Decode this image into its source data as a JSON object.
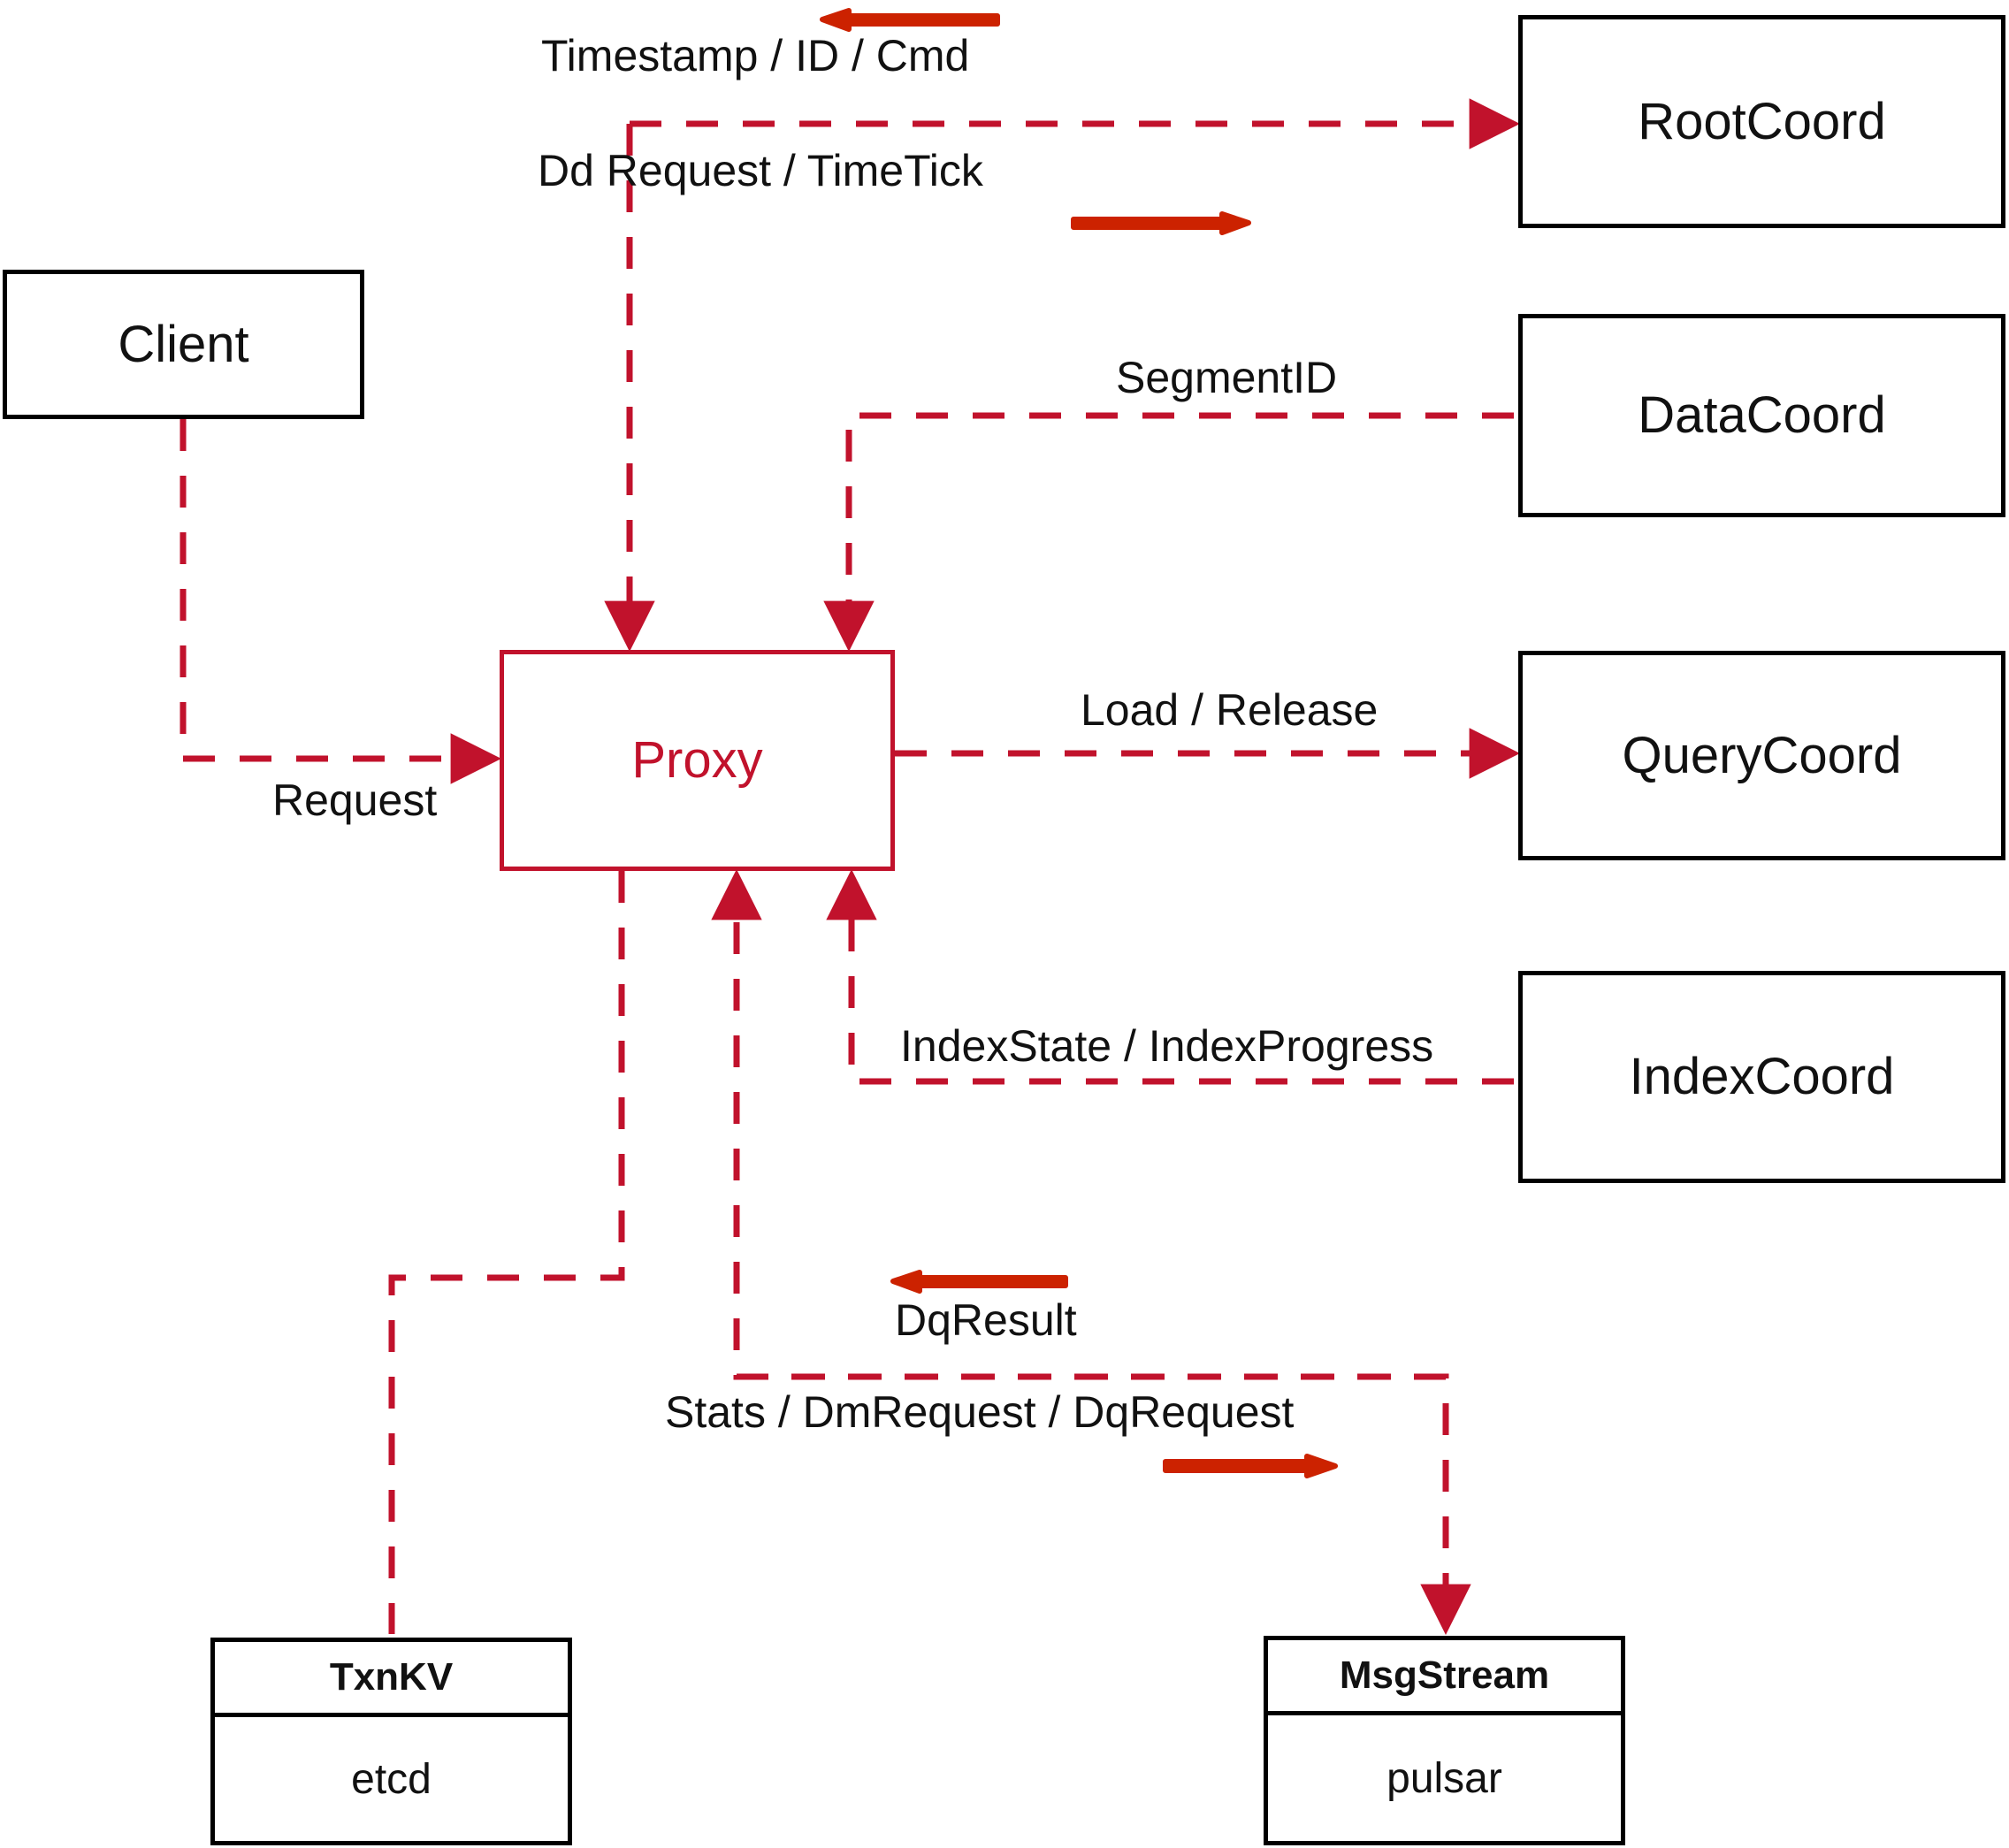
{
  "diagram": {
    "title": "Milvus Proxy component interaction diagram",
    "colors": {
      "node_border": "#000000",
      "proxy_border": "#c1122c",
      "proxy_text": "#c1122c",
      "dashed_edge": "#c1122c",
      "direction_arrow": "#cc2200",
      "background": "#ffffff"
    },
    "nodes": {
      "client": {
        "label": "Client"
      },
      "proxy": {
        "label": "Proxy"
      },
      "rootcoord": {
        "label": "RootCoord"
      },
      "datacoord": {
        "label": "DataCoord"
      },
      "querycoord": {
        "label": "QueryCoord"
      },
      "indexcoord": {
        "label": "IndexCoord"
      },
      "txnkv": {
        "header": "TxnKV",
        "impl": "etcd"
      },
      "msgstream": {
        "header": "MsgStream",
        "impl": "pulsar"
      }
    },
    "edges": [
      {
        "id": "client-proxy",
        "label": "Request",
        "from": "Client",
        "to": "Proxy"
      },
      {
        "id": "rootcoord-proxy",
        "label": "Timestamp / ID / Cmd",
        "from": "RootCoord",
        "to": "Proxy"
      },
      {
        "id": "proxy-rootcoord",
        "label": "Dd Request / TimeTick",
        "from": "Proxy",
        "to": "RootCoord"
      },
      {
        "id": "datacoord-proxy",
        "label": "SegmentID",
        "from": "DataCoord",
        "to": "Proxy"
      },
      {
        "id": "proxy-querycoord",
        "label": "Load / Release",
        "from": "Proxy",
        "to": "QueryCoord"
      },
      {
        "id": "indexcoord-proxy",
        "label": "IndexState / IndexProgress",
        "from": "IndexCoord",
        "to": "Proxy"
      },
      {
        "id": "msgstream-proxy",
        "label": "DqResult",
        "from": "MsgStream",
        "to": "Proxy"
      },
      {
        "id": "proxy-msgstream",
        "label": "Stats / DmRequest / DqRequest",
        "from": "Proxy",
        "to": "MsgStream"
      }
    ],
    "direction_arrows": [
      {
        "id": "timestamp-arrow",
        "points": "left",
        "for": "Timestamp / ID / Cmd"
      },
      {
        "id": "ddrequest-arrow",
        "points": "right",
        "for": "Dd Request / TimeTick"
      },
      {
        "id": "dqresult-arrow",
        "points": "left",
        "for": "DqResult"
      },
      {
        "id": "dqrequest-arrow",
        "points": "right",
        "for": "Stats / DmRequest / DqRequest"
      }
    ]
  }
}
